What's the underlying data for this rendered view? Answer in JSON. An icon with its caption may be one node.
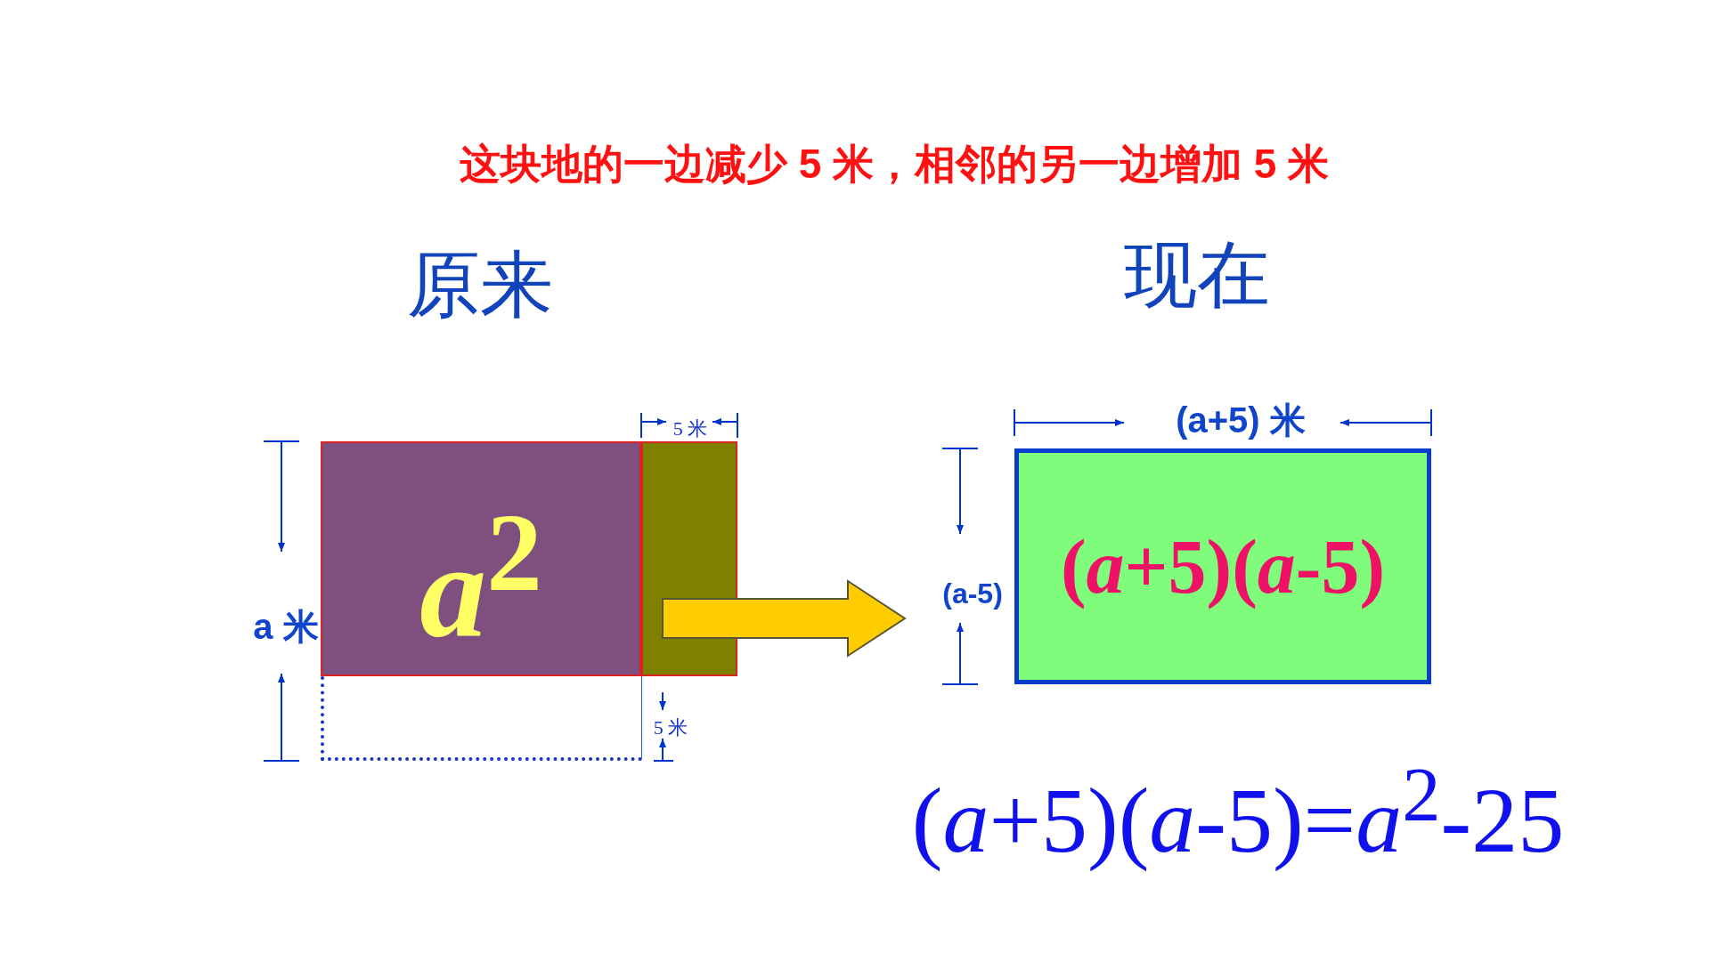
{
  "diagram": {
    "title": "这块地的一边减少 5 米，相邻的另一边增加 5 米",
    "nodes": [
      {
        "text": [
          "*a*$^{2}$"
        ]
      },
      {
        "text": [],
        "shape": "box"
      },
      {
        "text": [],
        "shape": "box"
      },
      {
        "text": [
          "(*a*+5)(*a*-5)"
        ]
      }
    ],
    "edges": [
      {
        "from": 1,
        "to": 3,
        "arrow": "to",
        "style": "thick",
        "color": "#ffcc00"
      }
    ],
    "labels": [
      "原来",
      "现在",
      "5 米",
      "a 米",
      "5 米",
      "(a+5) 米",
      "(a-5)",
      "(*a*+5)(*a*-5)=*a*$^{2}$-25"
    ]
  }
}
